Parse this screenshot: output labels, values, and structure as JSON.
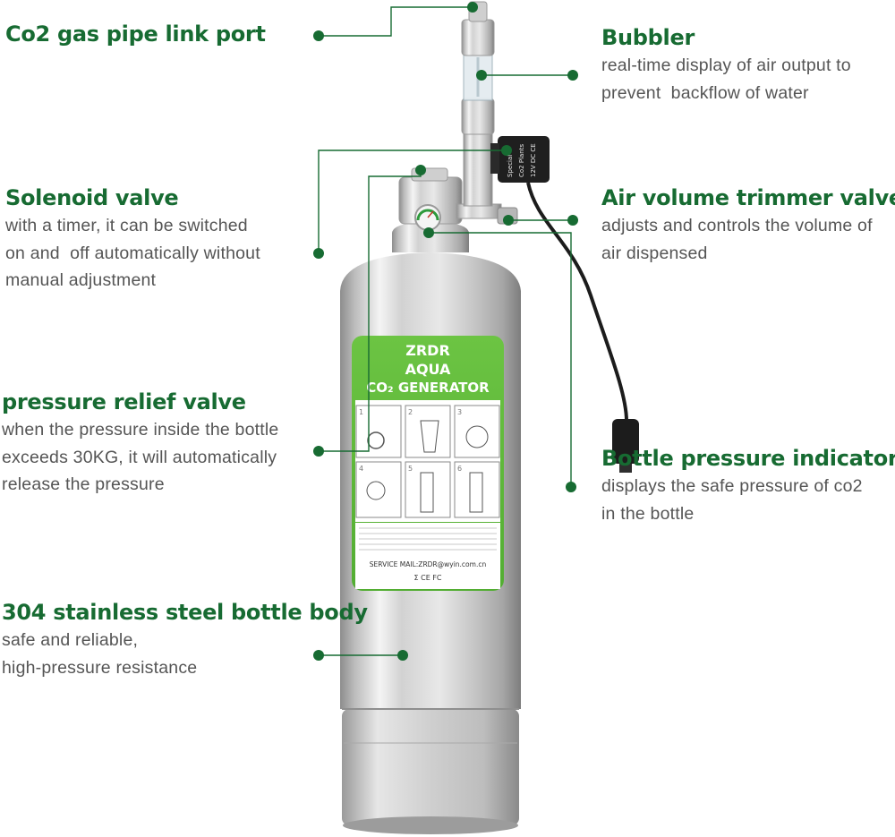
{
  "colors": {
    "accent": "#176b32",
    "label_text": "#555555",
    "steel": "#d6d6d6",
    "label_green": "#5fbc3a"
  },
  "callouts": {
    "pipe_port": {
      "title": "Co2 gas pipe link port",
      "lines": []
    },
    "bubbler": {
      "title": "Bubbler",
      "lines": [
        "real-time display of air output to",
        "prevent  backflow of water"
      ]
    },
    "solenoid": {
      "title": "Solenoid valve",
      "lines": [
        "with a timer, it can be switched",
        "on and  off automatically without",
        "manual adjustment"
      ]
    },
    "trimmer": {
      "title": "Air volume trimmer valve",
      "lines": [
        "adjusts and controls the volume of",
        "air dispensed"
      ]
    },
    "relief": {
      "title": "pressure relief valve",
      "lines": [
        "when the pressure inside the bottle",
        "exceeds 30KG, it will automatically",
        "release the pressure"
      ]
    },
    "indicator": {
      "title": "Bottle pressure indicator",
      "lines": [
        "displays the safe pressure of co2",
        "in the bottle"
      ]
    },
    "body": {
      "title": "304 stainless steel bottle body",
      "lines": [
        "safe and reliable,",
        "high-pressure resistance"
      ]
    }
  },
  "bottle_label": {
    "brand": "ZRDR",
    "line2": "AQUA",
    "line3": "CO₂ GENERATOR",
    "steps": [
      "1",
      "2",
      "3",
      "4",
      "5",
      "6"
    ],
    "service": "SERVICE MAIL:ZRDR@wyin.com.cn",
    "certs": "Σ CE FC"
  },
  "solenoid_label": {
    "line1": "Special",
    "line2": "Co2 Plants",
    "line3": "12V DC CE"
  },
  "icons": [
    "pressure-gauge-icon",
    "bubbler-tube-icon",
    "solenoid-valve-icon",
    "cable-plug-icon"
  ]
}
